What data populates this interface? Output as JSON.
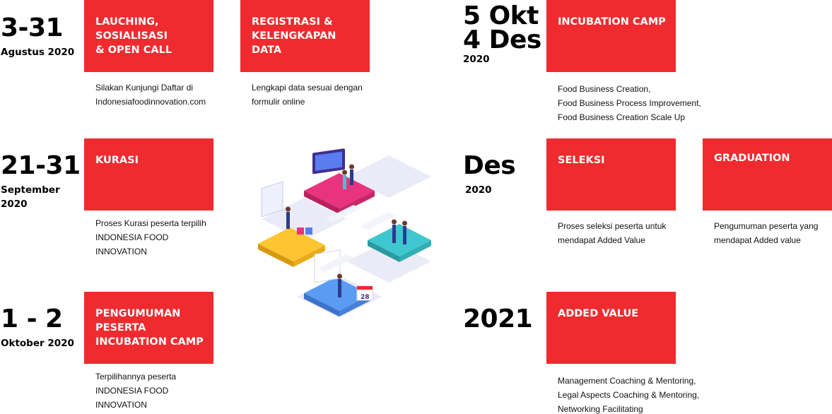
{
  "col1": [
    {
      "date_big": "3-31",
      "date_small": "Agustus 2020",
      "title": "LAUCHING,\nSOSIALISASI\n& OPEN CALL",
      "desc": "Silakan Kunjungi Daftar di\nIndonesiafoodinnovation.com"
    },
    {
      "date_big": "21-31",
      "date_small": "September\n2020",
      "title": "KURASI",
      "desc": "Proses Kurasi peserta terpilih\nINDONESIA FOOD\nINNOVATION"
    },
    {
      "date_big": "1 - 2",
      "date_small": "Oktober 2020",
      "title": "PENGUMUMAN\nPESERTA\nINCUBATION CAMP",
      "desc": "Terpilihannya peserta\nINDONESIA FOOD\nINNOVATION"
    }
  ],
  "col2": {
    "title": "REGISTRASI &\nKELENGKAPAN\nDATA",
    "desc": "Lengkapi data sesuai dengan\nformulir online"
  },
  "right": [
    {
      "date_big": "5 Okt -\n4 Des",
      "date_small": "2020",
      "title": "INCUBATION CAMP",
      "desc": "Food Business Creation,\nFood Business Process Improvement,\nFood Business Creation Scale Up"
    },
    {
      "date_big": "Des",
      "date_small": "2020",
      "title": "SELEKSI",
      "desc": "Proses seleksi peserta untuk\nmendapat Added Value"
    },
    {
      "date_big": "2021",
      "date_small": "",
      "title": "ADDED VALUE",
      "desc": "Management Coaching & Mentoring,\nLegal Aspects Coaching & Mentoring,\nNetworking Facilitating"
    }
  ],
  "graduation": {
    "title": "GRADUATION",
    "desc": "Pengumuman peserta yang\nmendapat Added value"
  },
  "calendar_number": "28",
  "colors": {
    "card": "#ef2b2f",
    "text": "#000000"
  }
}
